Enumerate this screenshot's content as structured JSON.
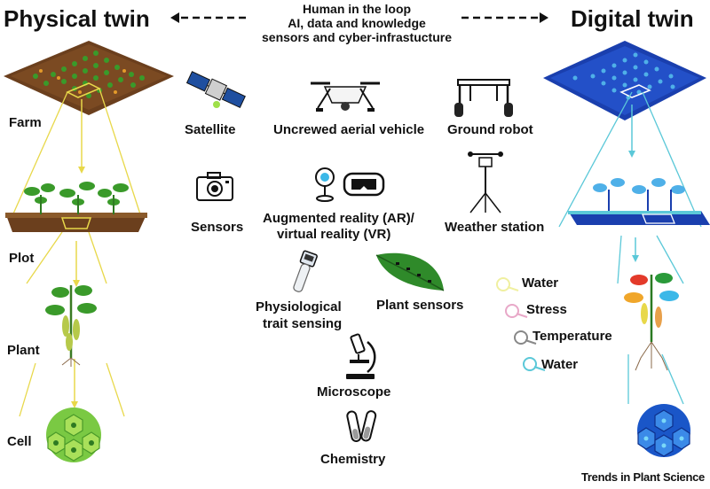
{
  "header": {
    "left_title": "Physical twin",
    "right_title": "Digital twin",
    "center_lines": [
      "Human in the loop",
      "AI, data and knowledge",
      "sensors and cyber-infrastucture"
    ]
  },
  "physical_levels": {
    "farm": "Farm",
    "plot": "Plot",
    "plant": "Plant",
    "cell": "Cell"
  },
  "tools": {
    "satellite": "Satellite",
    "uav": "Uncrewed aerial vehicle",
    "ground_robot": "Ground robot",
    "sensors": "Sensors",
    "ar_vr_line1": "Augmented reality (AR)/",
    "ar_vr_line2": "virtual reality (VR)",
    "weather_station": "Weather station",
    "physio_line1": "Physiological",
    "physio_line2": "trait sensing",
    "plant_sensors": "Plant sensors",
    "microscope": "Microscope",
    "chemistry": "Chemistry"
  },
  "digital_labels": {
    "water_top": "Water",
    "stress": "Stress",
    "temperature": "Temperature",
    "water_bottom": "Water"
  },
  "credit": "Trends in Plant Science",
  "colors": {
    "physical_line": "#e8d84a",
    "digital_line": "#5bc8d8",
    "digital_blue": "#1a3fae",
    "soil": "#6b3f1d",
    "plant_green": "#3a9a2a"
  }
}
